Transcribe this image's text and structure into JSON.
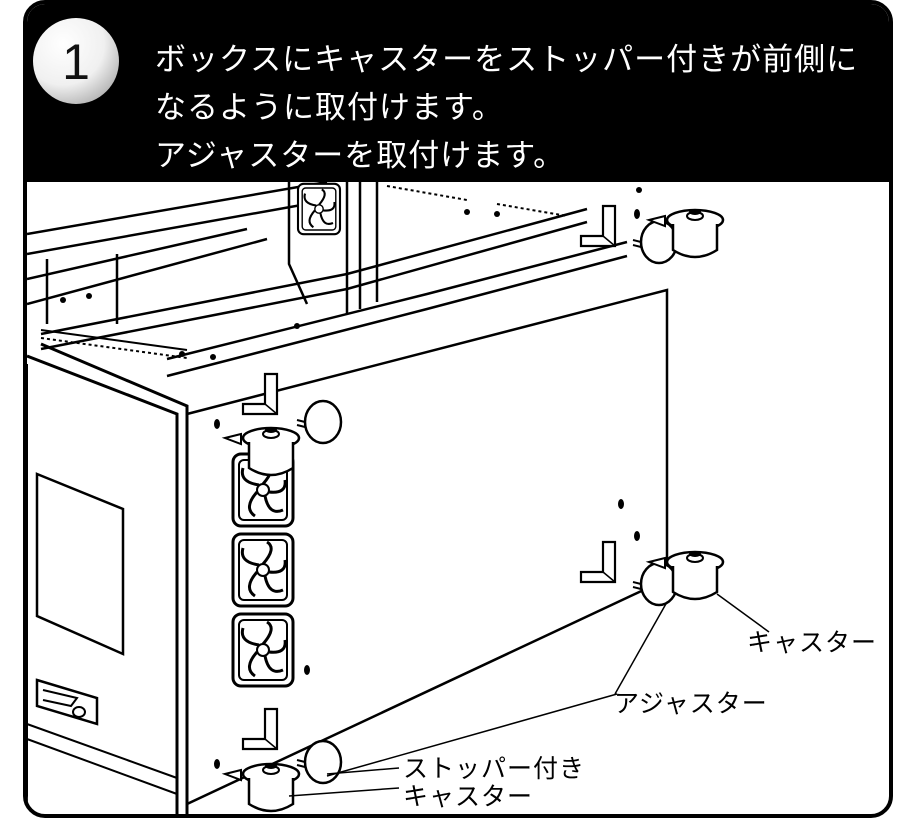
{
  "header": {
    "step_number": "1",
    "instruction_line1": "ボックスにキャスターをストッパー付きが前側に",
    "instruction_line2": "なるように取付けます。",
    "instruction_line3": "アジャスターを取付けます。"
  },
  "callouts": {
    "caster": "キャスター",
    "adjuster": "アジャスター",
    "stopper_caster_line1": "ストッパー付き",
    "stopper_caster_line2": "キャスター"
  },
  "colors": {
    "header_bg": "#000000",
    "header_text": "#ffffff",
    "line_art": "#000000"
  }
}
